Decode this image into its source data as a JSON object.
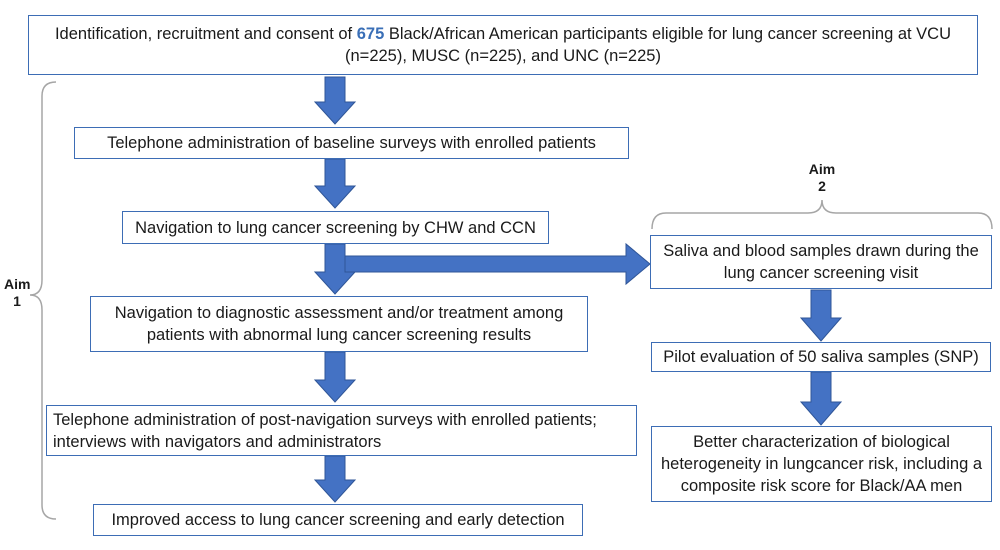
{
  "colors": {
    "arrow": "#4472c4",
    "arrow_stroke": "#2f5597",
    "box_border": "#3d6db5",
    "highlight": "#3a6fb7",
    "bracket": "#a6a6a6"
  },
  "boxes": {
    "top": {
      "prefix": "Identification, recruitment and consent of ",
      "highlight": "675",
      "suffix": " Black/African American participants eligible for lung cancer screening at VCU (n=225), MUSC (n=225), and UNC (n=225)"
    },
    "baseline": "Telephone administration of baseline surveys with enrolled patients",
    "navigation_screening": "Navigation to lung cancer screening by CHW and CCN",
    "diagnostic": "Navigation to diagnostic assessment and/or treatment among patients with abnormal lung cancer screening results",
    "post_navigation": "Telephone administration of post-navigation surveys with enrolled patients; interviews with navigators and administrators",
    "improved_access": "Improved access to lung cancer screening and early detection",
    "saliva_blood": "Saliva and blood samples drawn during the lung cancer screening visit",
    "pilot": "Pilot evaluation of 50 saliva samples (SNP)",
    "characterization": "Better characterization of biological heterogeneity in lungcancer risk, including a composite risk score for Black/AA men"
  },
  "aims": {
    "aim1": {
      "line1": "Aim",
      "line2": "1"
    },
    "aim2": {
      "line1": "Aim",
      "line2": "2"
    }
  }
}
